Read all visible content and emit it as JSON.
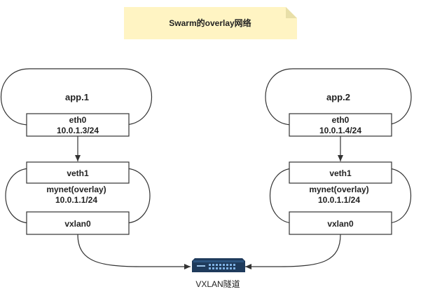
{
  "note": {
    "title": "Swarm的overlay网络"
  },
  "left_host": {
    "container_label": "app.1",
    "eth_name": "eth0",
    "eth_ip": "10.0.1.3/24",
    "veth_label": "veth1",
    "network_name": "mynet(overlay)",
    "network_ip": "10.0.1.1/24",
    "vxlan_label": "vxlan0"
  },
  "right_host": {
    "container_label": "app.2",
    "eth_name": "eth0",
    "eth_ip": "10.0.1.4/24",
    "veth_label": "veth1",
    "network_name": "mynet(overlay)",
    "network_ip": "10.0.1.1/24",
    "vxlan_label": "vxlan0"
  },
  "tunnel": {
    "label": "VXLAN隧道",
    "icon": "network-switch-icon"
  },
  "colors": {
    "note_fill": "#fff4c3",
    "note_fold": "#e8dfa8",
    "stroke": "#333333",
    "text": "#222222",
    "switch_body": "#1f3b5c",
    "switch_ports": "#7fb2e5"
  }
}
